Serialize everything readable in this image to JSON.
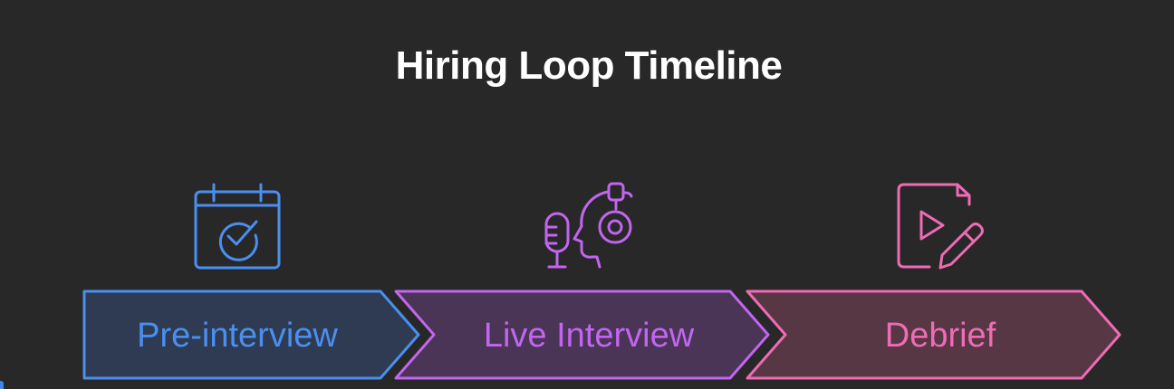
{
  "title": "Hiring Loop Timeline",
  "steps": [
    {
      "label": "Pre-interview",
      "icon": "calendar-check-icon",
      "color": "#4a8ff0",
      "fill": "#2f3b52"
    },
    {
      "label": "Live Interview",
      "icon": "interviewer-headset-microphone-icon",
      "color": "#c265f0",
      "fill": "#4a3556"
    },
    {
      "label": "Debrief",
      "icon": "document-play-edit-icon",
      "color": "#ef6bb5",
      "fill": "#573744"
    }
  ]
}
